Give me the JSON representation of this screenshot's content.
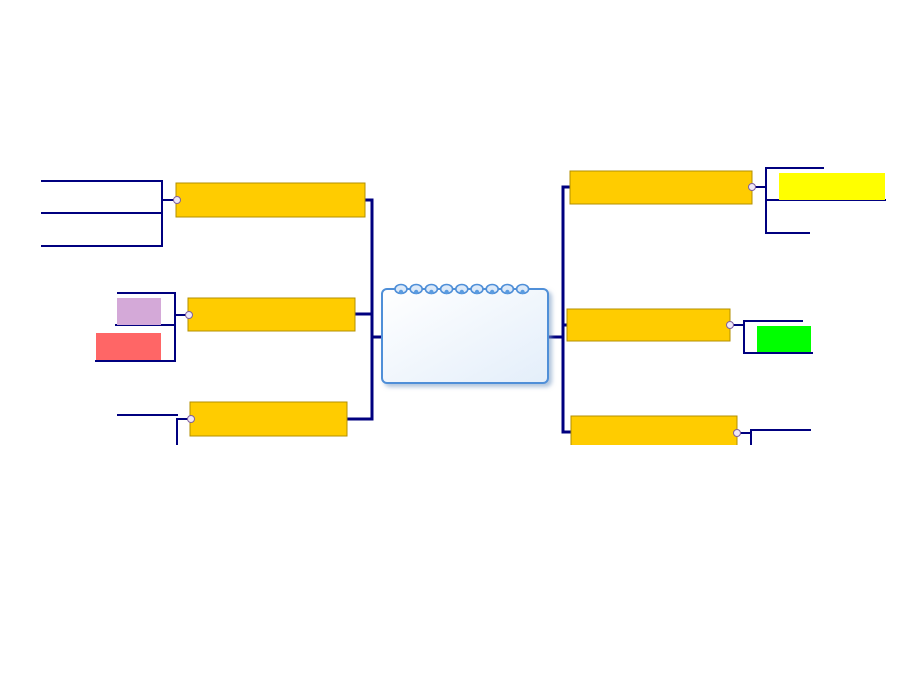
{
  "colors": {
    "background": "#ffffff",
    "connector": "#00007f",
    "topic_fill": "#ffcc00",
    "topic_border": "#b38f00",
    "hub_fill": "#e8f1fb",
    "hub_border": "#4f8fd8",
    "ring": "#4f8fd8",
    "ring_hole": "#5a9be0",
    "joint_fill": "#efe8f8",
    "joint_border": "#7f60a0"
  },
  "center": {
    "icon": "notepad-icon",
    "label": "",
    "rings": 9
  },
  "branches": [
    {
      "id": "left-top",
      "side": "left",
      "label": "",
      "leaves": [
        {
          "label": "",
          "fill": ""
        },
        {
          "label": "",
          "fill": ""
        },
        {
          "label": "",
          "fill": ""
        }
      ]
    },
    {
      "id": "left-mid",
      "side": "left",
      "label": "",
      "leaves": [
        {
          "label": "",
          "fill": "#d4a9d8"
        },
        {
          "label": "",
          "fill": "#ff6666"
        }
      ]
    },
    {
      "id": "left-bot",
      "side": "left",
      "label": "",
      "leaves": [
        {
          "label": "",
          "fill": ""
        }
      ]
    },
    {
      "id": "right-top",
      "side": "right",
      "label": "",
      "leaves": [
        {
          "label": "",
          "fill": "#ffff00"
        },
        {
          "label": "",
          "fill": ""
        }
      ]
    },
    {
      "id": "right-mid",
      "side": "right",
      "label": "",
      "leaves": [
        {
          "label": "",
          "fill": "#00ff00"
        }
      ]
    },
    {
      "id": "right-bot",
      "side": "right",
      "label": "",
      "leaves": [
        {
          "label": "",
          "fill": ""
        }
      ]
    }
  ]
}
